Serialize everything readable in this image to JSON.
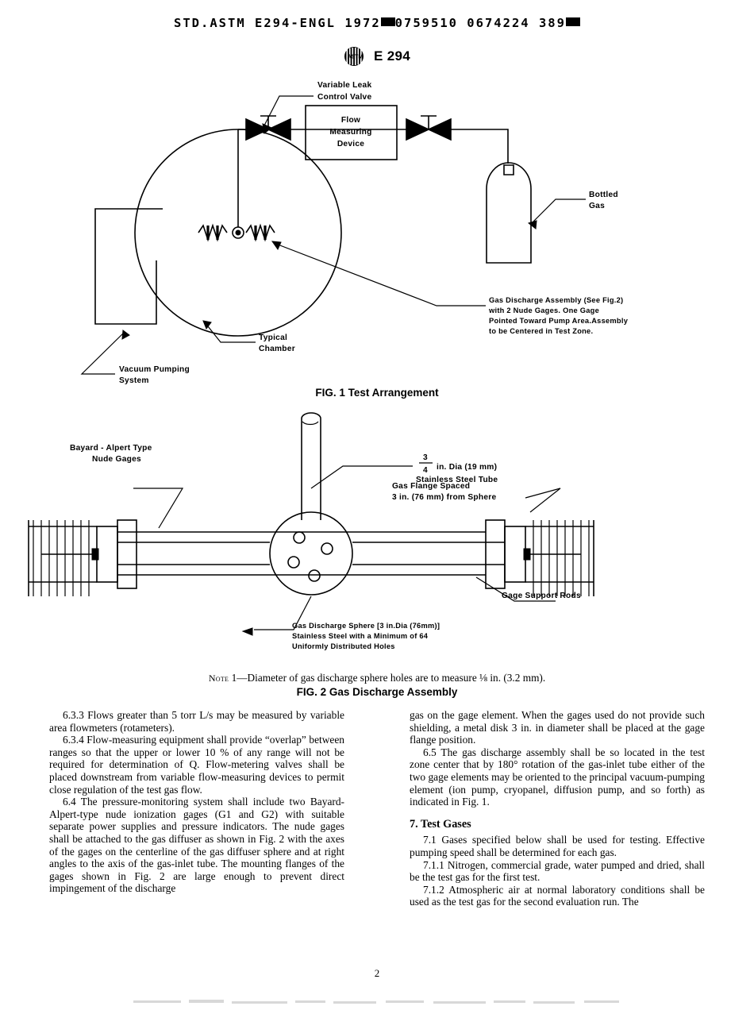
{
  "header": {
    "barcode_text": "STD.ASTM E294-ENGL 1972",
    "barcode_numbers": "0759510 0674224 389"
  },
  "logo": {
    "mark_name": "astm-logo",
    "doc_code": "E 294"
  },
  "figure1": {
    "caption": "FIG. 1 Test Arrangement",
    "labels": {
      "variable_leak_1": "Variable Leak",
      "variable_leak_2": "Control Valve",
      "flow_1": "Flow",
      "flow_2": "Measuring",
      "flow_3": "Device",
      "bottled_1": "Bottled",
      "bottled_2": "Gas",
      "assembly_1": "Gas Discharge Assembly (See Fig.2)",
      "assembly_2": "with 2 Nude Gages. One Gage",
      "assembly_3": "Pointed Toward Pump Area.Assembly",
      "assembly_4": "to be Centered in Test Zone.",
      "typical_1": "Typical",
      "typical_2": "Chamber",
      "vacuum_1": "Vacuum Pumping",
      "vacuum_2": "System"
    }
  },
  "figure2": {
    "caption": "FIG. 2 Gas Discharge Assembly",
    "note": "1—Diameter of gas discharge sphere holes are to measure ⅛ in. (3.2 mm).",
    "note_prefix": "Note",
    "labels": {
      "tube_frac_num": "3",
      "tube_frac_den": "4",
      "tube_1": "in. Dia (19 mm)",
      "tube_2": "Stainless Steel Tube",
      "flange_1": "Gas Flange Spaced",
      "flange_2": "3 in. (76 mm) from Sphere",
      "bayard_1": "Bayard - Alpert Type",
      "bayard_2": "Nude Gages",
      "rods": "Gage Support Rods",
      "sphere_1": "Gas Discharge Sphere [3 in.Dia (76mm)]",
      "sphere_2": "Stainless Steel with a Minimum of 64",
      "sphere_3": "Uniformly Distributed Holes"
    }
  },
  "body": {
    "left_column": [
      "6.3.3 Flows greater than 5 torr L/s may be measured by variable area flowmeters (rotameters).",
      "6.3.4 Flow-measuring equipment shall provide “overlap” between ranges so that the upper or lower 10 % of any range will not be required for determination of Q. Flow-metering valves shall be placed downstream from variable flow-measuring devices to permit close regulation of the test gas flow.",
      "6.4 The pressure-monitoring system shall include two Bayard-Alpert-type nude ionization gages (G1 and G2) with suitable separate power supplies and pressure indicators. The nude gages shall be attached to the gas diffuser as shown in Fig. 2 with the axes of the gages on the centerline of the gas diffuser sphere and at right angles to the axis of the gas-inlet tube. The mounting flanges of the gages shown in Fig. 2 are large enough to prevent direct impingement of the discharge"
    ],
    "right_column_continuation": "gas on the gage element. When the gages used do not provide such shielding, a metal disk 3 in. in diameter shall be placed at the gage flange position.",
    "right_column": [
      "6.5 The gas discharge assembly shall be so located in the test zone center that by 180° rotation of the gas-inlet tube either of the two gage elements may be oriented to the principal vacuum-pumping element (ion pump, cryopanel, diffusion pump, and so forth) as indicated in Fig. 1."
    ],
    "section_heading": "7. Test Gases",
    "section_paragraphs": [
      "7.1 Gases specified below shall be used for testing. Effective pumping speed shall be determined for each gas.",
      "7.1.1 Nitrogen, commercial grade, water pumped and dried, shall be the test gas for the first test.",
      "7.1.2 Atmospheric air at normal laboratory conditions shall be used as the test gas for the second evaluation run. The"
    ]
  },
  "page_number": "2"
}
